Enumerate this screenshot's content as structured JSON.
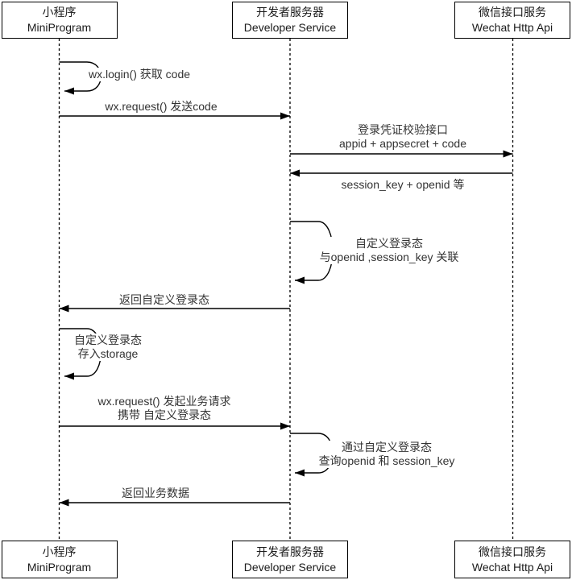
{
  "actors": {
    "miniprogram": {
      "zh": "小程序",
      "en": "MiniProgram"
    },
    "developer": {
      "zh": "开发者服务器",
      "en": "Developer Service"
    },
    "wechat": {
      "zh": "微信接口服务",
      "en": "Wechat Http Api"
    }
  },
  "messages": {
    "m1": {
      "line1": "wx.login() 获取 code"
    },
    "m2": {
      "line1": "wx.request() 发送code"
    },
    "m3": {
      "line1": "登录凭证校验接口",
      "line2": "appid + appsecret + code"
    },
    "m4": {
      "line1": "session_key + openid 等"
    },
    "m5": {
      "line1": "自定义登录态",
      "line2": "与openid ,session_key 关联"
    },
    "m6": {
      "line1": "返回自定义登录态"
    },
    "m7": {
      "line1": "自定义登录态",
      "line2": "存入storage"
    },
    "m8": {
      "line1": "wx.request() 发起业务请求",
      "line2": "携带 自定义登录态"
    },
    "m9": {
      "line1": "通过自定义登录态",
      "line2": "查询openid 和 session_key"
    },
    "m10": {
      "line1": "返回业务数据"
    }
  },
  "colors": {
    "line": "#000000",
    "text": "#333333",
    "actor_border": "#000000",
    "actor_fill": "#ffffff",
    "background": "#ffffff"
  }
}
